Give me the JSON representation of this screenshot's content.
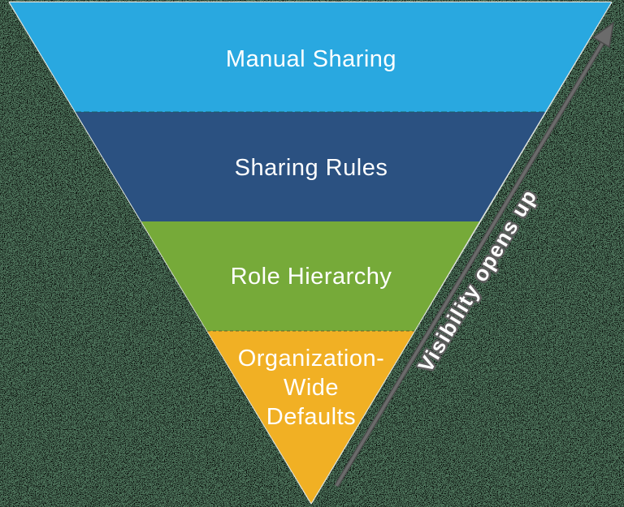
{
  "diagram": {
    "background_color": "#4c7159",
    "label_color": "#ffffff",
    "layers": [
      {
        "id": "manual-sharing",
        "label": "Manual Sharing",
        "color": "#29a8e0"
      },
      {
        "id": "sharing-rules",
        "label": "Sharing Rules",
        "color": "#2b5181"
      },
      {
        "id": "role-hierarchy",
        "label": "Role Hierarchy",
        "color": "#76aa39"
      },
      {
        "id": "organization-wide-defaults",
        "label": "Organization-Wide Defaults",
        "lines": [
          "Organization-",
          "Wide",
          "Defaults"
        ],
        "color": "#f1b024"
      }
    ],
    "arrow": {
      "label": "Visibility opens up",
      "color": "#6b6b6b",
      "outline_color": "#4a4a4a"
    }
  }
}
